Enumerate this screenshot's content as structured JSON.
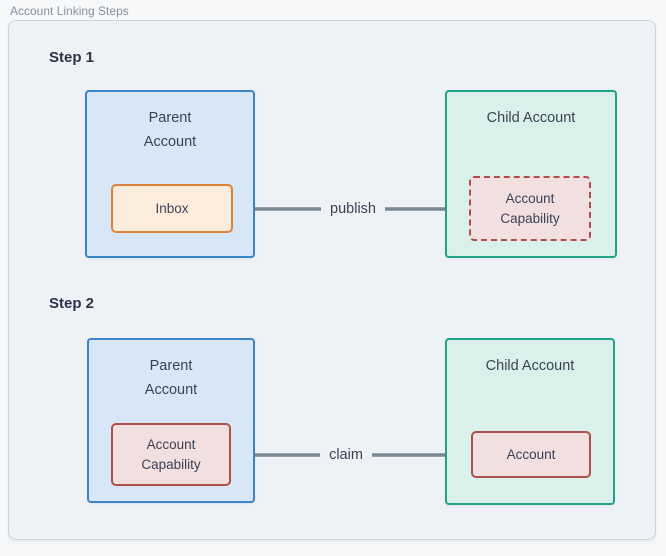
{
  "page": {
    "label": "Account Linking Steps"
  },
  "colors": {
    "page_bg": "#f6f8fa",
    "panel_bg": "#eef1f5",
    "panel_border": "#ccd5dd",
    "parent_box_border": "#3d84c5",
    "parent_box_bg": "#d7e7f8",
    "child_box_border": "#22a389",
    "child_box_bg": "#d9f1ea",
    "inbox_border": "#e0813c",
    "inbox_bg": "#fcecdb",
    "capability_border": "#ad4f4a",
    "capability_bg": "#f2dfdf",
    "arrow": "#7b8794",
    "text": "#3c4257",
    "heading": "#2b3448",
    "caption": "#8792a2"
  },
  "diagram": {
    "steps": [
      {
        "title": "Step 1",
        "parent": {
          "title": "Parent Account",
          "inner": "Inbox"
        },
        "child": {
          "title": "Child Account",
          "inner": "Account Capability"
        },
        "arrow": {
          "label": "publish",
          "direction": "left"
        }
      },
      {
        "title": "Step 2",
        "parent": {
          "title": "Parent Account",
          "inner": "Account Capability"
        },
        "child": {
          "title": "Child Account",
          "inner": "Account"
        },
        "arrow": {
          "label": "claim",
          "direction": "right"
        }
      }
    ]
  }
}
